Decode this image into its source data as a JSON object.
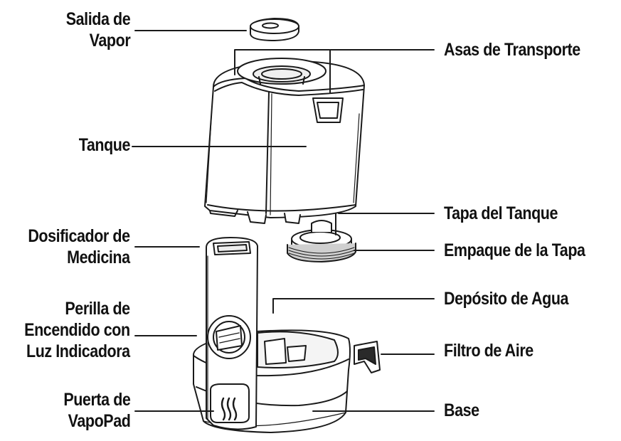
{
  "labels": {
    "salida_vapor": [
      "Salida de",
      "Vapor"
    ],
    "asas_transporte": [
      "Asas de Transporte"
    ],
    "tanque": [
      "Tanque"
    ],
    "tapa_tanque": [
      "Tapa del Tanque"
    ],
    "dosificador": [
      "Dosificador de",
      "Medicina"
    ],
    "empaque_tapa": [
      "Empaque de la Tapa"
    ],
    "perilla": [
      "Perilla de",
      "Encendido con",
      "Luz Indicadora"
    ],
    "deposito_agua": [
      "Depósito de Agua"
    ],
    "filtro_aire": [
      "Filtro de Aire"
    ],
    "puerta_vapopad": [
      "Puerta de",
      "VapoPad"
    ],
    "base": [
      "Base"
    ]
  },
  "colors": {
    "line": "#1a1a1a",
    "fill": "#ffffff",
    "shade": "#e9e9e9"
  }
}
